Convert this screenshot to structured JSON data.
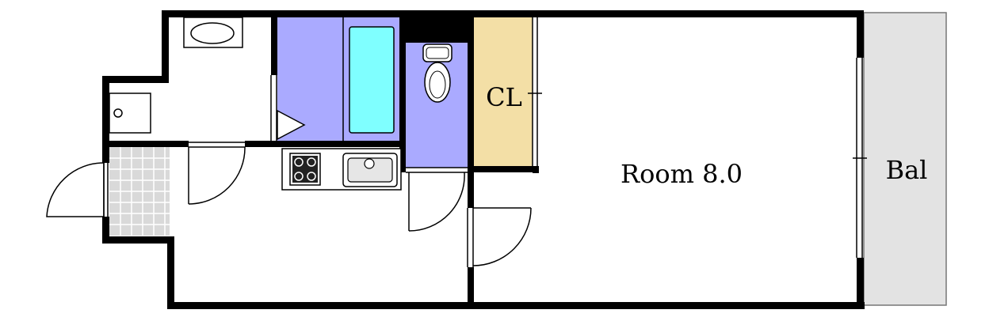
{
  "labels": {
    "closet": "CL",
    "room": "Room 8.0",
    "balcony": "Bal"
  },
  "colors": {
    "wall": "#000000",
    "bathroom": "#aaaaff",
    "toilet_room": "#aaaaff",
    "bathtub_water": "#7fffff",
    "closet": "#f3dfa6",
    "balcony": "#e3e3e3",
    "entrance_tile": "#d9d9d9"
  },
  "fixtures": {
    "washbasin": "washbasin-icon",
    "washing_machine": "washing-machine-pan-icon",
    "bathtub": "bathtub-icon",
    "toilet": "toilet-icon",
    "stove": "gas-stove-icon",
    "sink": "kitchen-sink-icon"
  }
}
